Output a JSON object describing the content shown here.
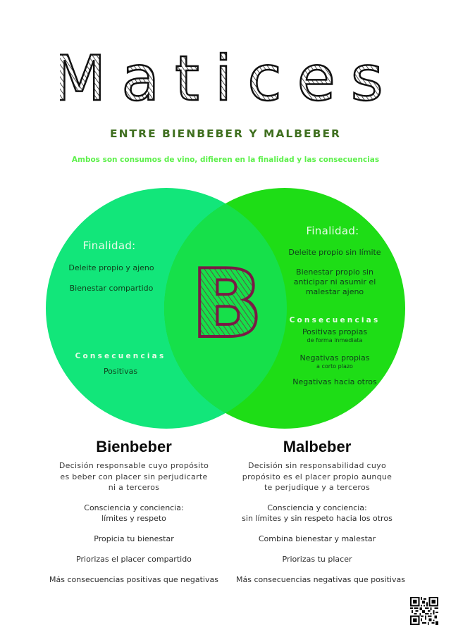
{
  "header": {
    "title": "Matices",
    "subtitle": "ENTRE BIENBEBER Y MALBEBER",
    "tagline": "Ambos son consumos de vino, difieren en la finalidad y las consecuencias"
  },
  "venn": {
    "center_letter": "B",
    "colors": {
      "left_circle": "#12e67a",
      "right_circle": "#1edd16",
      "overlap": "#16e04a",
      "letter": "#7a1a45",
      "title_green": "#3f6f1f",
      "tagline_green": "#5cf04a"
    },
    "left": {
      "purpose_label": "Finalidad:",
      "purpose_items": [
        "Deleite propio y ajeno",
        "Bienestar compartido"
      ],
      "consequences_label": "Consecuencias",
      "consequences_items": [
        "Positivas"
      ]
    },
    "right": {
      "purpose_label": "Finalidad:",
      "purpose_items": [
        "Deleite propio sin límite",
        "Bienestar propio sin anticipar ni asumir el malestar ajeno"
      ],
      "consequences_label": "Consecuencias",
      "consequences_items": [
        {
          "main": "Positivas propias",
          "detail": "de forma inmediata"
        },
        {
          "main": "Negativas propias",
          "detail": "a corto plazo"
        },
        {
          "main": "Negativas hacia otros",
          "detail": ""
        }
      ]
    }
  },
  "columns": {
    "left": {
      "heading": "Bienbeber",
      "definition": [
        "Decisión responsable cuyo propósito",
        "es beber con placer sin perjudicarte",
        "ni a terceros"
      ],
      "awareness": [
        "Consciencia y conciencia:",
        "límites y respeto"
      ],
      "items": [
        "Propicia tu bienestar",
        "Priorizas el placer compartido",
        "Más consecuencias positivas que negativas"
      ]
    },
    "right": {
      "heading": "Malbeber",
      "definition": [
        "Decisión sin responsabilidad cuyo",
        "propósito es el placer propio aunque",
        "te perjudique y a terceros"
      ],
      "awareness": [
        "Consciencia y conciencia:",
        "sin límites y sin respeto hacia los otros"
      ],
      "items": [
        "Combina bienestar y malestar",
        "Priorizas tu placer",
        "Más consecuencias negativas que positivas"
      ]
    }
  },
  "footer": {
    "qr_code": "qr-code-icon"
  }
}
